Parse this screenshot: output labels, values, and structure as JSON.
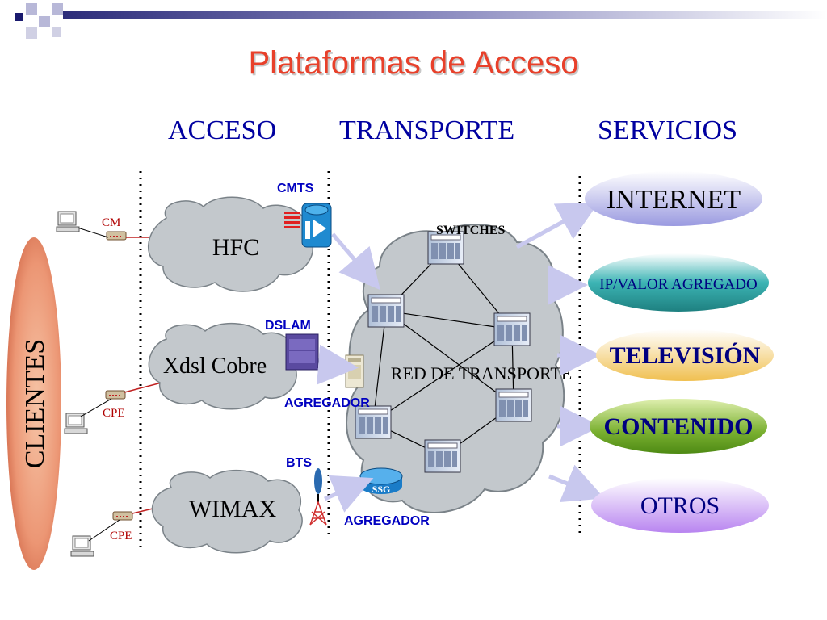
{
  "title": "Plataformas de Acceso",
  "columns": {
    "access": "ACCESO",
    "transport": "TRANSPORTE",
    "services": "SERVICIOS"
  },
  "clients_label": "CLIENTES",
  "clouds": {
    "hfc": "HFC",
    "xdsl": "Xdsl Cobre",
    "wimax": "WIMAX",
    "transport": "RED DE TRANSPORTE"
  },
  "devices": {
    "cmts": "CMTS",
    "dslam": "DSLAM",
    "bts": "BTS",
    "switches": "SWITCHES",
    "agregador_top": "AGREGADOR",
    "agregador_bottom": "AGREGADOR",
    "ssg": "SSG",
    "cm": "CM",
    "cpe_1": "CPE",
    "cpe_2": "CPE"
  },
  "services": [
    "INTERNET",
    "IP/VALOR AGREGADO",
    "TELEVISIÓN",
    "CONTENIDO",
    "OTROS"
  ],
  "colors": {
    "title": "#e8402a",
    "column_heading": "#0000a0",
    "device_label": "#0000c0",
    "client_label": "#b00000",
    "cloud_fill": "#c3c8cc",
    "arrow": "#c8c8ee"
  }
}
